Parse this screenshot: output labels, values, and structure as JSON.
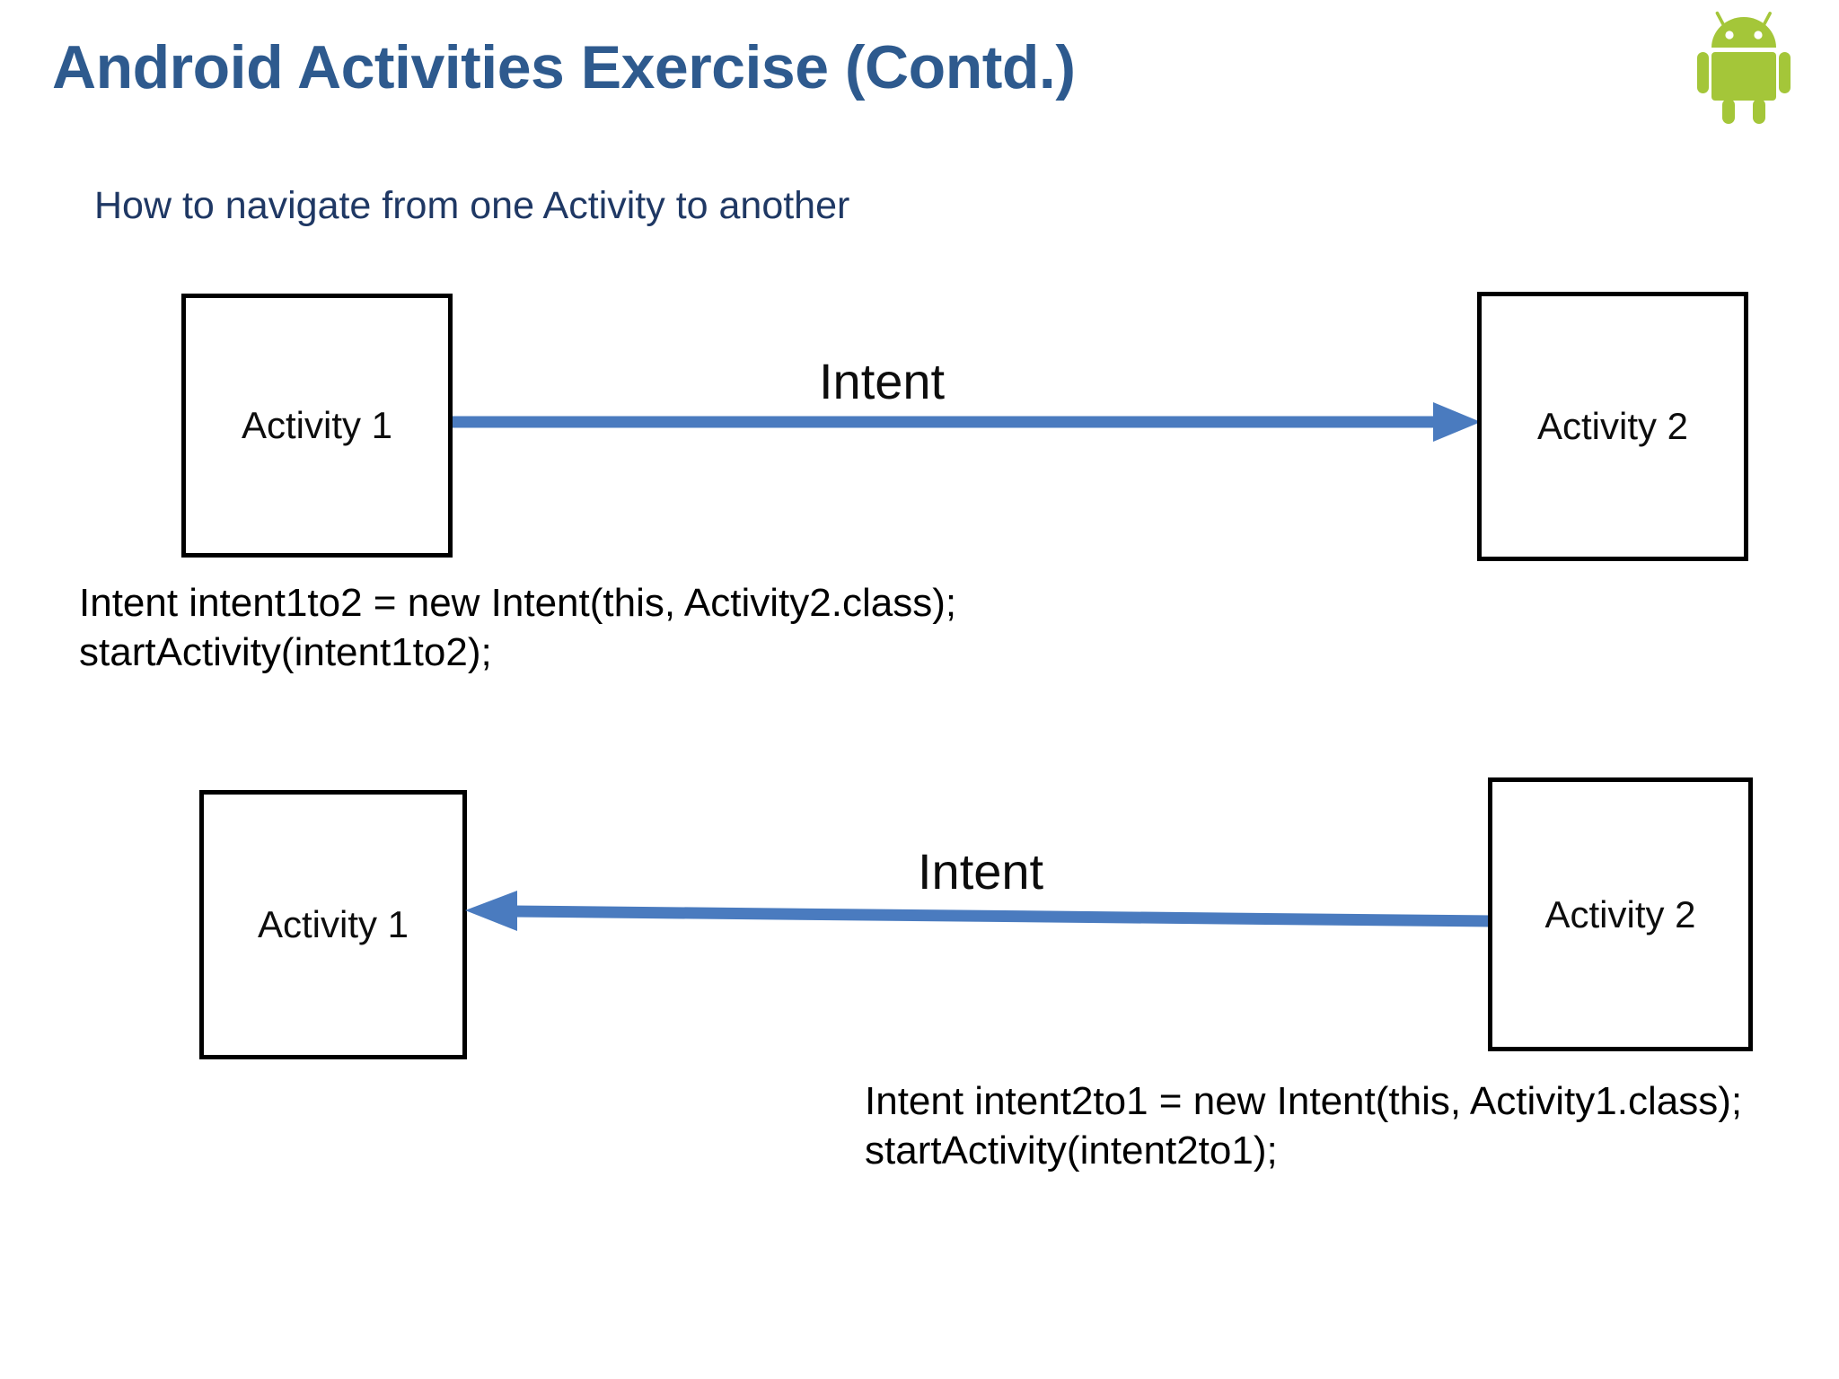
{
  "slide": {
    "title": "Android Activities Exercise (Contd.)",
    "subtitle": "How to navigate from one Activity to another",
    "title_color": "#2E5A8E",
    "subtitle_color": "#1F3864",
    "background_color": "#FFFFFF"
  },
  "logo": {
    "name": "android-robot-logo",
    "color": "#A4C639"
  },
  "diagram": {
    "arrow_color": "#4A7BBF",
    "box_border_color": "#000000",
    "box_fill_color": "#FFFFFF",
    "rows": [
      {
        "id": "row-1",
        "source_box": "Activity 1",
        "target_box": "Activity 2",
        "arrow_label": "Intent",
        "arrow_direction": "right",
        "code": "Intent intent1to2 = new Intent(this, Activity2.class);\nstartActivity(intent1to2);"
      },
      {
        "id": "row-2",
        "source_box": "Activity 2",
        "target_box": "Activity 1",
        "arrow_label": "Intent",
        "arrow_direction": "left",
        "code": "Intent intent2to1 = new Intent(this, Activity1.class);\nstartActivity(intent2to1);"
      }
    ]
  }
}
